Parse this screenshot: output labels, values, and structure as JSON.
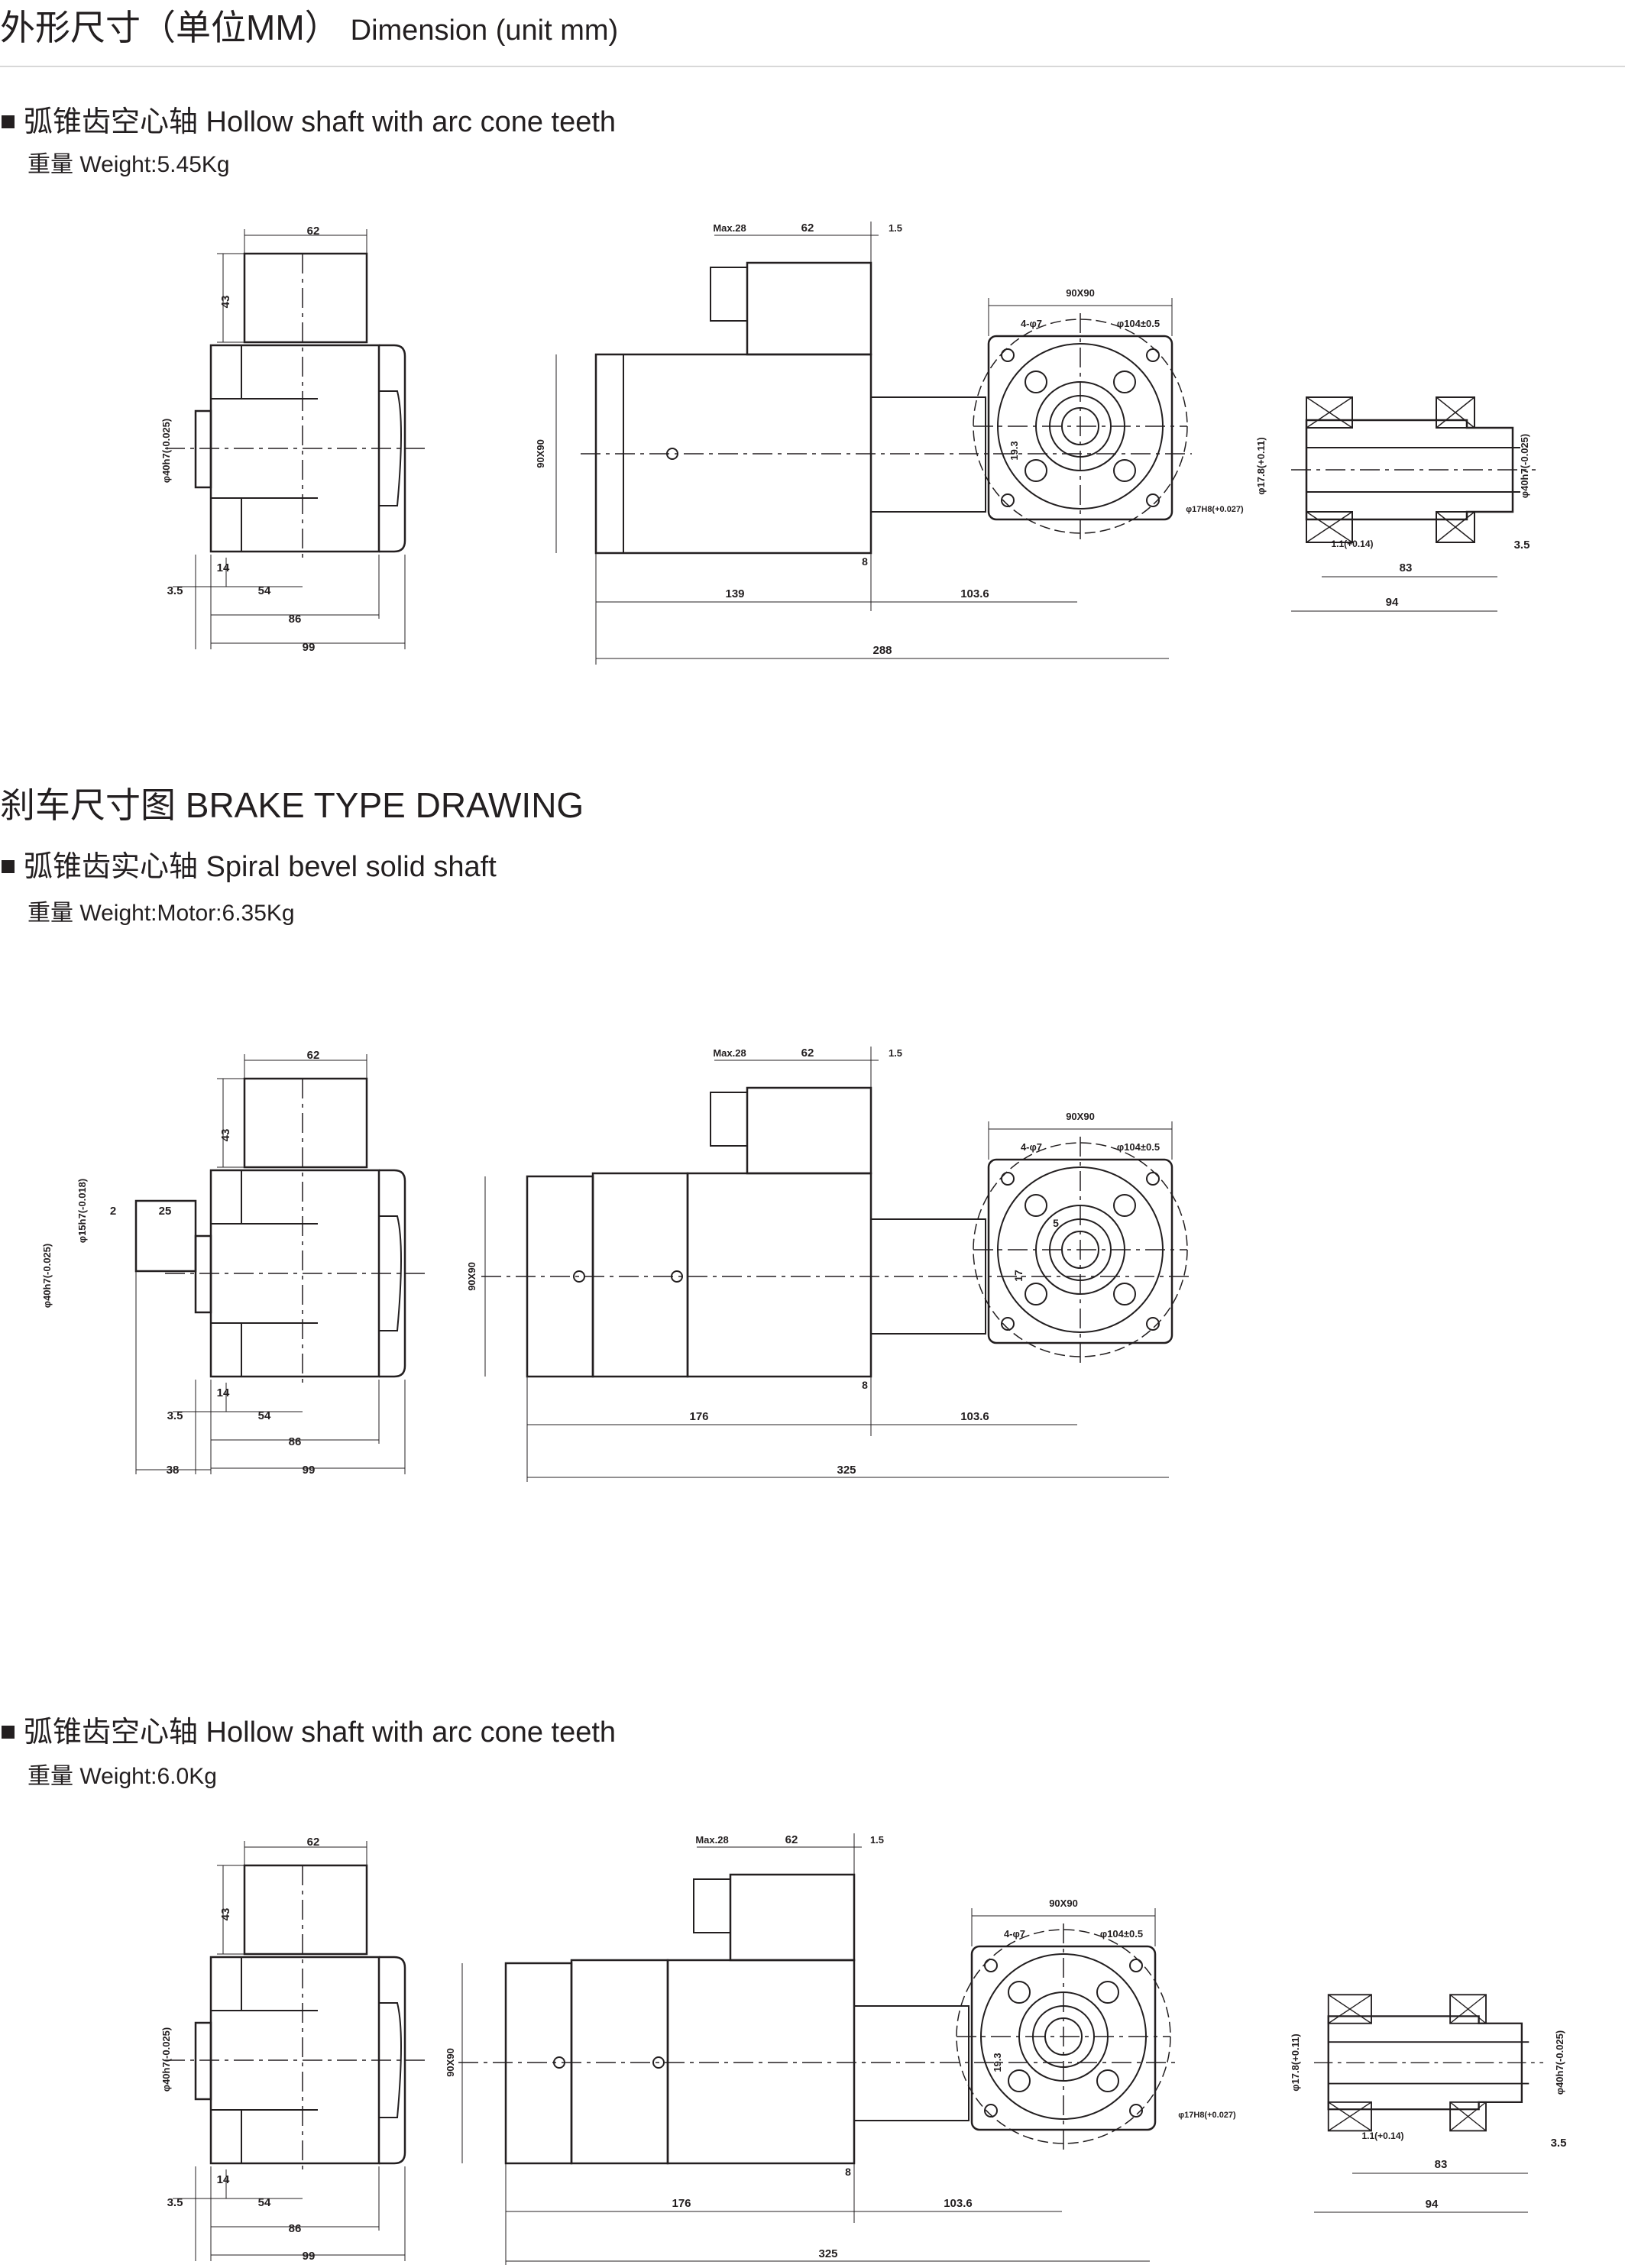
{
  "header": {
    "title_cn": "外形尺寸（单位MM）",
    "title_en": "Dimension (unit mm)"
  },
  "brake_heading": "刹车尺寸图 BRAKE TYPE DRAWING",
  "sections": [
    {
      "label": "弧锥齿空心轴 Hollow shaft with arc cone teeth",
      "weight": "重量 Weight:5.45Kg"
    },
    {
      "label": "弧锥齿实心轴 Spiral bevel solid shaft",
      "weight": "重量 Weight:Motor:6.35Kg"
    },
    {
      "label": "弧锥齿空心轴 Hollow shaft with arc cone teeth",
      "weight": "重量 Weight:6.0Kg"
    }
  ],
  "dims": {
    "d62": "62",
    "d43": "43",
    "d3_5": "3.5",
    "d14": "14",
    "d54": "54",
    "d86": "86",
    "d99": "99",
    "d38": "38",
    "d2": "2",
    "d25": "25",
    "phi40": "φ40h7(-0.025)",
    "phi15": "φ15h7(-0.018)",
    "max28": "Max.28",
    "d1_5": "1.5",
    "sq90": "90X90",
    "d139": "139",
    "d176": "176",
    "d103_6": "103.6",
    "d288": "288",
    "d325": "325",
    "d8": "8",
    "hole4": "4-φ7",
    "phi104": "φ104±0.5",
    "d19_3": "19.3",
    "d5": "5",
    "d17": "17",
    "phi17h8": "φ17H8(+0.027)",
    "phi17_8": "φ17.8(+0.11)",
    "d1_1": "1.1(+0.14)",
    "d83": "83",
    "d94": "94"
  }
}
